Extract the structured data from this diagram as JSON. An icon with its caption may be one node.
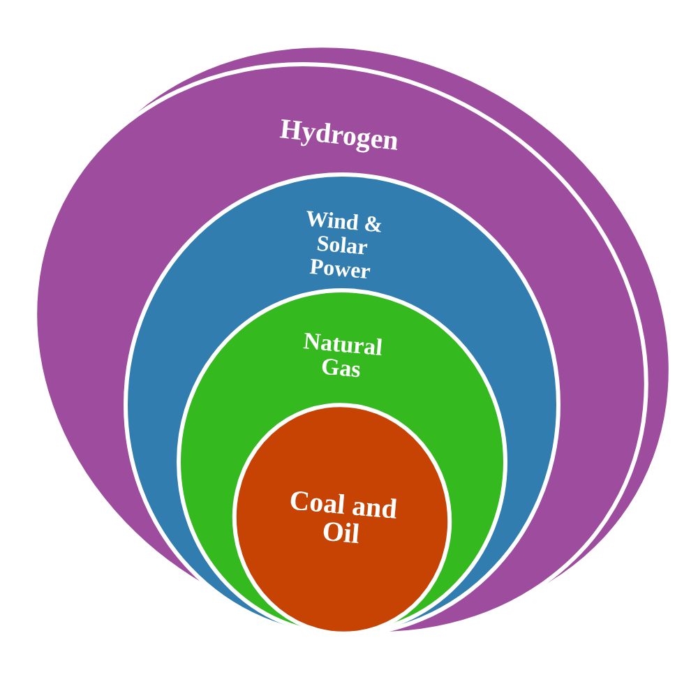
{
  "diagram": {
    "nodes": [
      {
        "text": [
          "Hydrogen"
        ]
      },
      {
        "text": [
          "Wind & Solar Power"
        ],
        "in": 0
      },
      {
        "text": [
          "Natural Gas"
        ],
        "in": 1
      },
      {
        "text": [
          "Coal and Oil"
        ],
        "in": 2
      }
    ]
  }
}
